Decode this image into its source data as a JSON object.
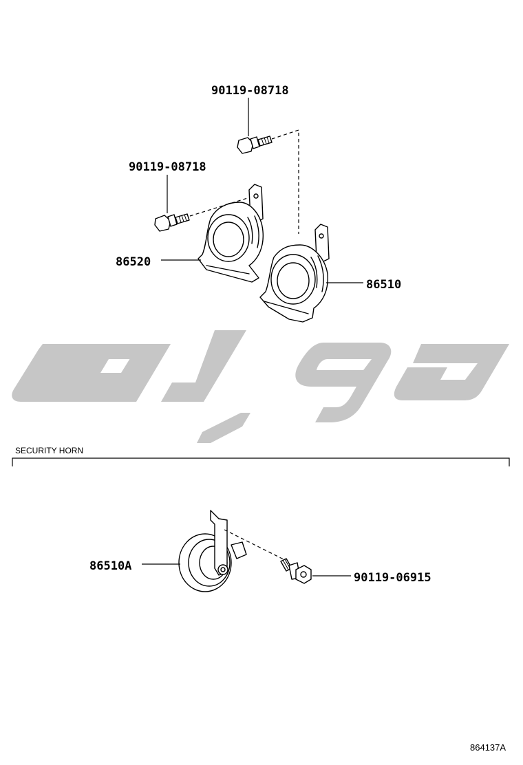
{
  "callouts": {
    "bolt_top": "90119-08718",
    "bolt_mid": "90119-08718",
    "horn_low": "86520",
    "horn_high": "86510",
    "security_horn": "86510A",
    "security_bolt": "90119-06915"
  },
  "section": {
    "title": "SECURITY HORN"
  },
  "figure_id": "864137A",
  "icons": {
    "watermark": "watermark-logo",
    "bolt": "flange-bolt-icon",
    "horn": "disc-horn-icon"
  }
}
